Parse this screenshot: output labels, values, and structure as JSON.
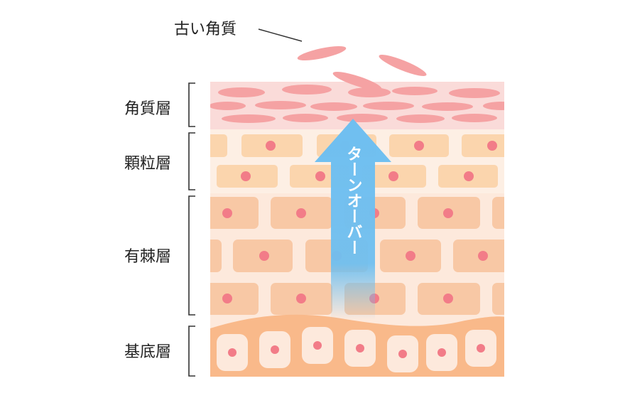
{
  "annotation": {
    "old_keratin": "古い角質"
  },
  "layers": {
    "stratum_corneum": "角質層",
    "stratum_granulosum": "顆粒層",
    "stratum_spinosum": "有棘層",
    "stratum_basale": "基底層"
  },
  "arrow": {
    "turnover": "ターンオーバー"
  },
  "colors": {
    "corneum_bg": "#fadbd9",
    "granulosum_bg": "#fdefe4",
    "spinosum_bg": "#fde9dc",
    "basale_bg": "#f9b98a",
    "flake": "#f5a2a3",
    "granular_cell": "#fbd5ad",
    "spinous_cell": "#f8c8a5",
    "basal_cell": "#fde9dc",
    "nucleus": "#f27c88",
    "arrow": "#6fbff0",
    "bracket": "#333333"
  }
}
